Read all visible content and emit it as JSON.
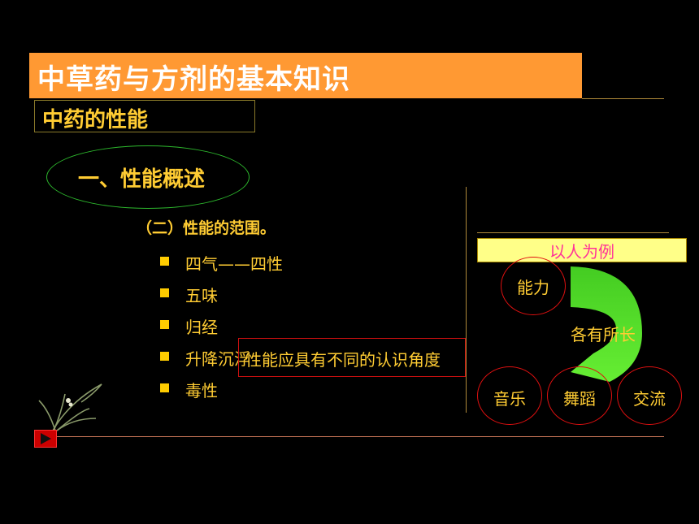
{
  "slide": {
    "title": "中草药与方剂的基本知识",
    "subtitle": "中药的性能",
    "overview": "一、性能概述",
    "scope": "（二）性能的范围。",
    "bullets": [
      "四气——四性",
      "五味",
      "归经",
      "升降沉浮",
      "毒性"
    ],
    "note": "性能应具有不同的认识角度",
    "example": {
      "header": "以人为例",
      "ability": "能力",
      "strengths": "各有所长",
      "skills": [
        "音乐",
        "舞蹈",
        "交流"
      ]
    }
  },
  "colors": {
    "title_bar": "#ff9933",
    "text_yellow": "#ffcc33",
    "arrow_green": "#55dd22",
    "circle_red": "#e01010",
    "example_bg": "#ffff88",
    "example_text": "#ff3399"
  },
  "icons": {
    "decoration": "orchid-plant-icon",
    "nav": "play-icon"
  }
}
